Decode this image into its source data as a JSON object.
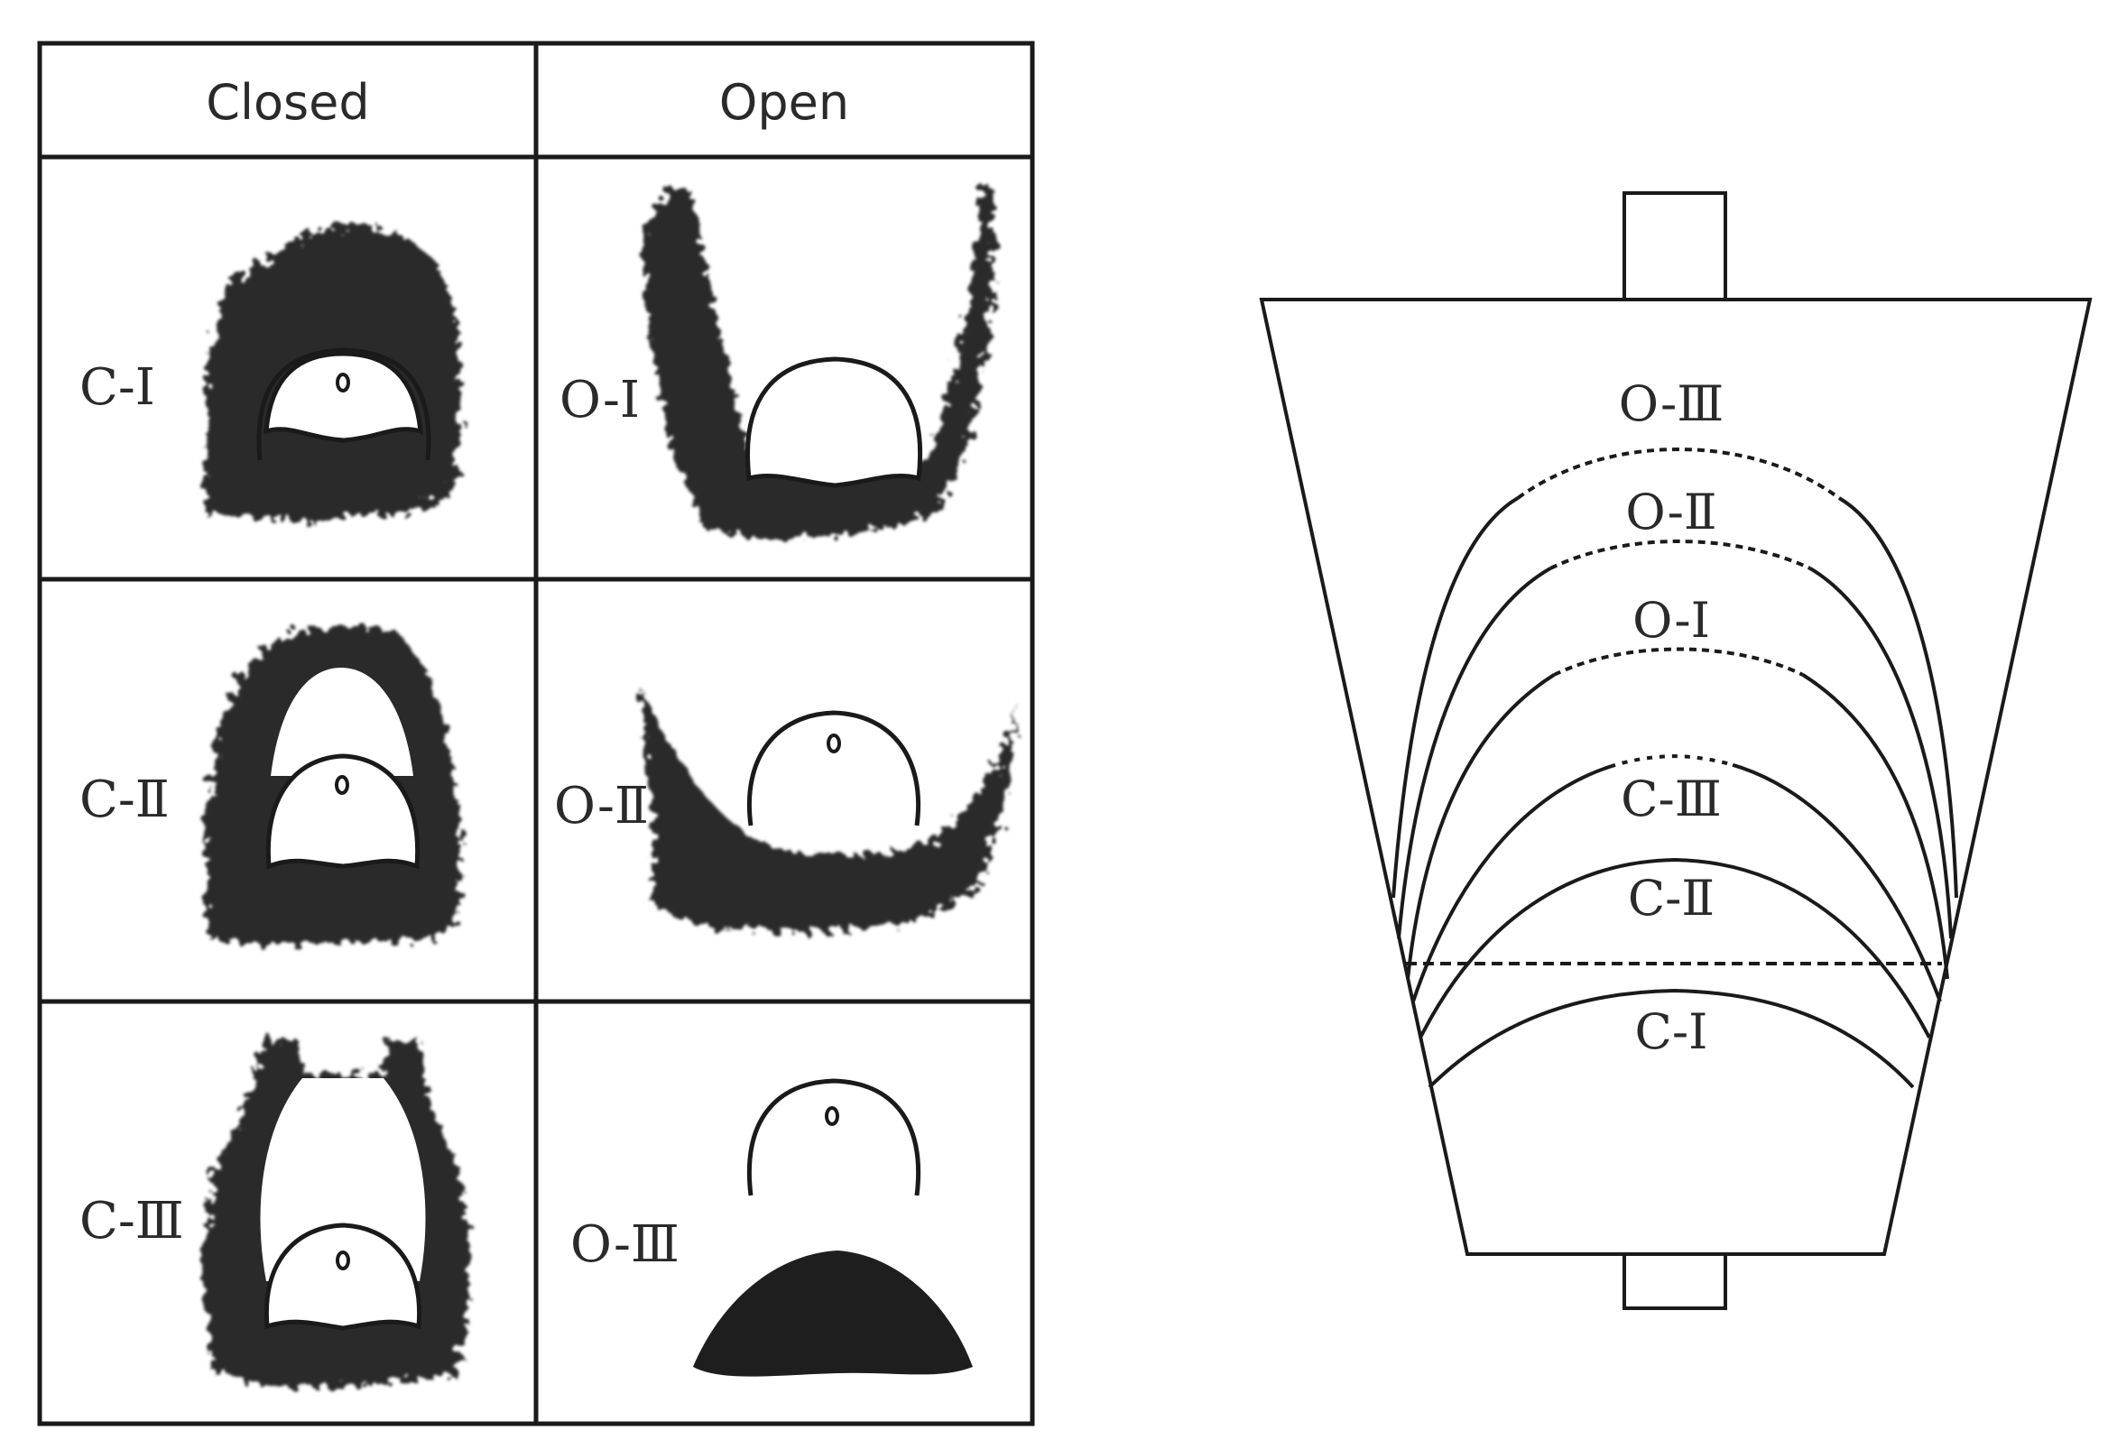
{
  "table": {
    "headers": {
      "closed": "Closed",
      "open": "Open"
    },
    "rows": [
      {
        "closed_label": "C-Ⅰ",
        "open_label": "O-Ⅰ"
      },
      {
        "closed_label": "C-Ⅱ",
        "open_label": "O-Ⅱ"
      },
      {
        "closed_label": "C-Ⅲ",
        "open_label": "O-Ⅲ"
      }
    ]
  },
  "diagram": {
    "curve_labels": [
      "O-Ⅲ",
      "O-Ⅱ",
      "O-Ⅰ",
      "C-Ⅲ",
      "C-Ⅱ",
      "C-Ⅰ"
    ]
  },
  "colors": {
    "ink": "#1a1a1a",
    "shadow": "#2b2b2b",
    "background": "#ffffff"
  }
}
